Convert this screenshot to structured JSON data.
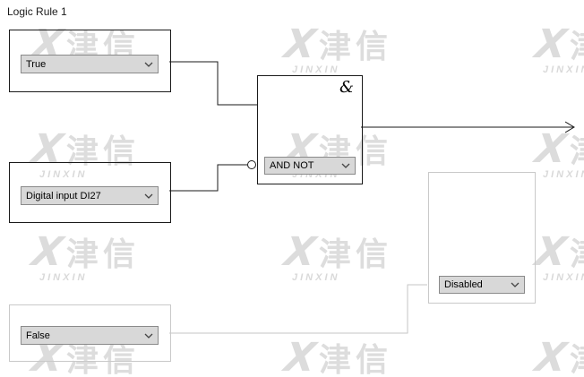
{
  "page": {
    "title": "Logic Rule 1"
  },
  "watermark": {
    "logo": "X",
    "brand": "津信",
    "sub": "JINXIN"
  },
  "blocks": {
    "input_top": {
      "selected": "True"
    },
    "input_middle": {
      "selected": "Digital input DI27"
    },
    "input_bottom": {
      "selected": "False"
    },
    "gate": {
      "symbol": "&",
      "selected": "AND NOT"
    },
    "output": {
      "selected": "Disabled"
    }
  },
  "colors": {
    "wire": "#1a1a1a",
    "disabled_wire": "#c6c6c6",
    "watermark": "#dddddd",
    "combo_fill": "#d8d8d8"
  }
}
